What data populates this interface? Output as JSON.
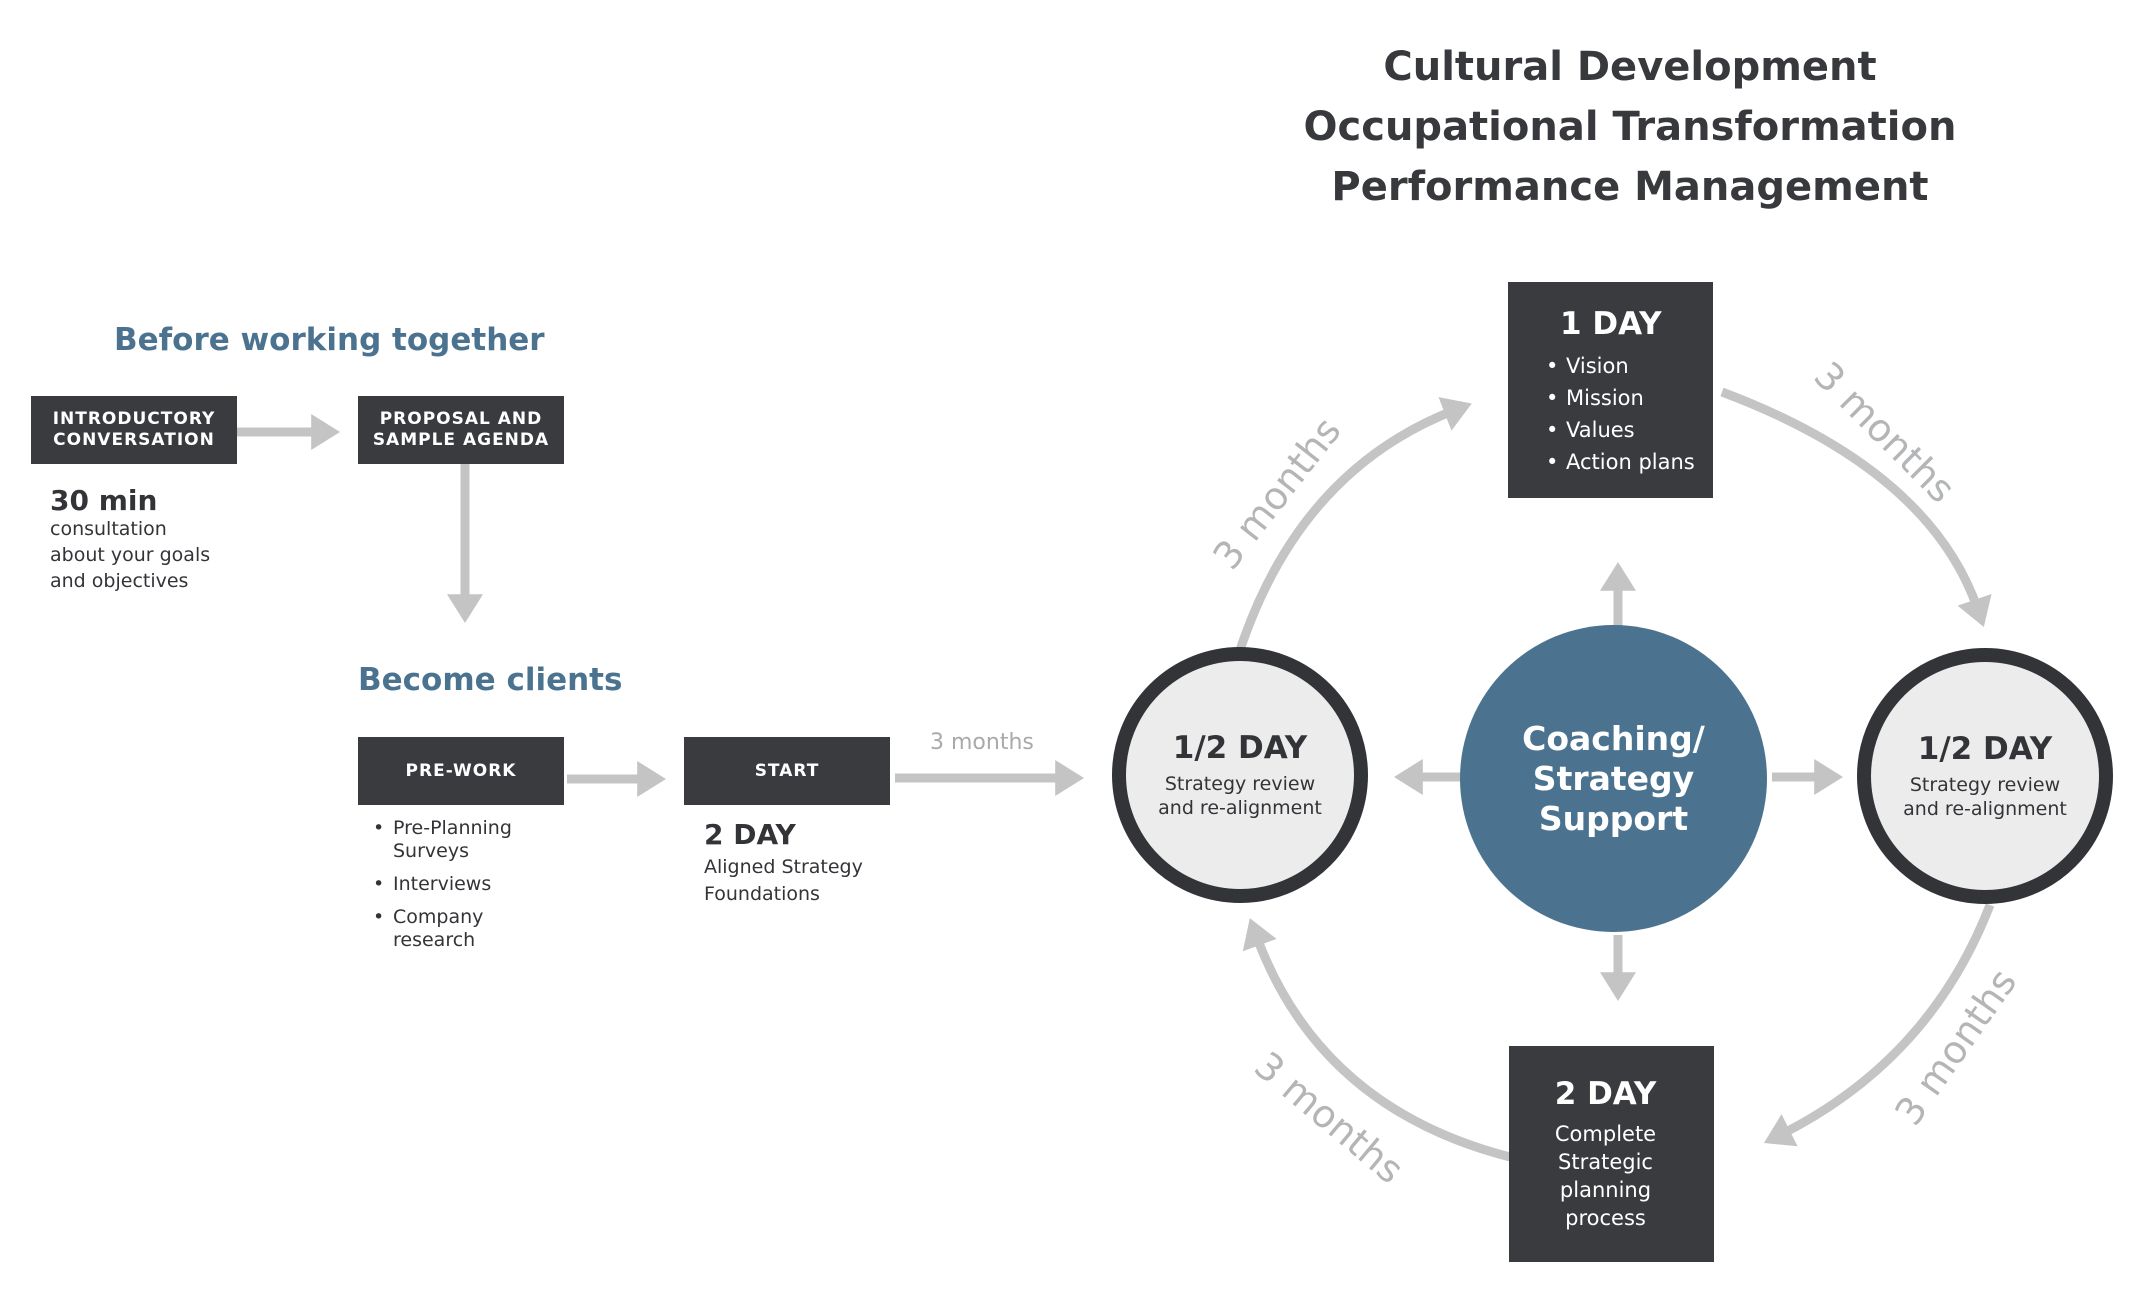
{
  "title_lines": [
    "Cultural Development",
    "Occupational Transformation",
    "Performance Management"
  ],
  "before": {
    "heading": "Before working together",
    "intro_box": [
      "INTRODUCTORY",
      "CONVERSATION"
    ],
    "proposal_box": [
      "PROPOSAL AND",
      "SAMPLE AGENDA"
    ],
    "duration": "30 min",
    "duration_desc": [
      "consultation",
      "about your goals",
      "and objectives"
    ]
  },
  "become": {
    "heading": "Become clients",
    "prework_box": "PRE-WORK",
    "prework_items": [
      [
        "Pre-Planning",
        "Surveys"
      ],
      [
        "Interviews"
      ],
      [
        "Company",
        "research"
      ]
    ],
    "start_box": "START",
    "start_duration": "2 DAY",
    "start_desc": [
      "Aligned Strategy",
      "Foundations"
    ],
    "interval_label": "3 months"
  },
  "cycle": {
    "hub": [
      "Coaching/",
      "Strategy",
      "Support"
    ],
    "top": {
      "title": "1 DAY",
      "items": [
        "Vision",
        "Mission",
        "Values",
        "Action plans"
      ]
    },
    "bottom": {
      "title": "2 DAY",
      "lines": [
        "Complete",
        "Strategic",
        "planning",
        "process"
      ]
    },
    "left": {
      "title": "1/2 DAY",
      "lines": [
        "Strategy review",
        "and re-alignment"
      ]
    },
    "right": {
      "title": "1/2 DAY",
      "lines": [
        "Strategy review",
        "and re-alignment"
      ]
    },
    "arc_labels": [
      "3 months",
      "3 months",
      "3 months",
      "3 months"
    ]
  },
  "colors": {
    "dark": "#3a3b3e",
    "accent": "#4b7390",
    "arrow": "#c4c4c4",
    "ring_fill": "#ececec"
  }
}
